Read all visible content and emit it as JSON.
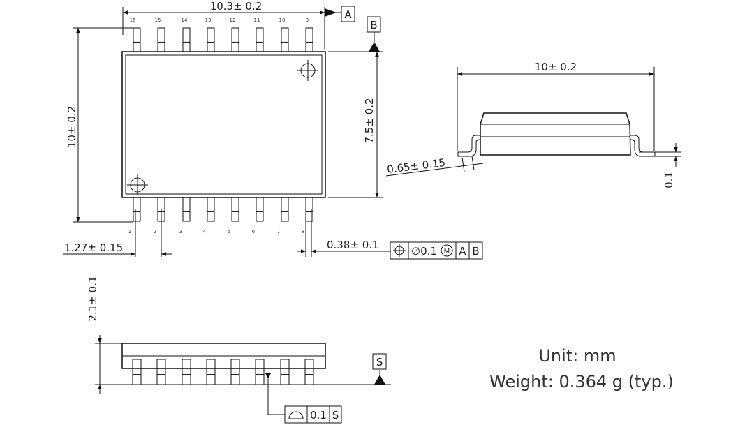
{
  "top_view": {
    "width_dim": "10.3± 0.2",
    "height_dim": "10± 0.2",
    "body_height_dim": "7.5± 0.2",
    "pitch_dim": "1.27± 0.15",
    "lead_width_dim": "0.38± 0.1",
    "datum_a": "A",
    "datum_b": "B",
    "pins_top": [
      "16",
      "15",
      "14",
      "13",
      "12",
      "11",
      "10",
      "9"
    ],
    "pins_bottom": [
      "1",
      "2",
      "3",
      "4",
      "5",
      "6",
      "7",
      "8"
    ],
    "fcf": {
      "symbol": "⌖",
      "tolerance": "∅0.1",
      "modifier": "M",
      "datum1": "A",
      "datum2": "B"
    }
  },
  "side_view": {
    "length_dim": "10± 0.2",
    "lead_dim": "0.65± 0.15",
    "standoff_dim": "0.1"
  },
  "front_view": {
    "height_dim": "2.1± 0.1",
    "datum_s": "S",
    "coplanarity": {
      "symbol": "⌓",
      "value": "0.1",
      "datum": "S"
    }
  },
  "notes": {
    "unit": "Unit: mm",
    "weight": "Weight: 0.364 g (typ.)"
  }
}
